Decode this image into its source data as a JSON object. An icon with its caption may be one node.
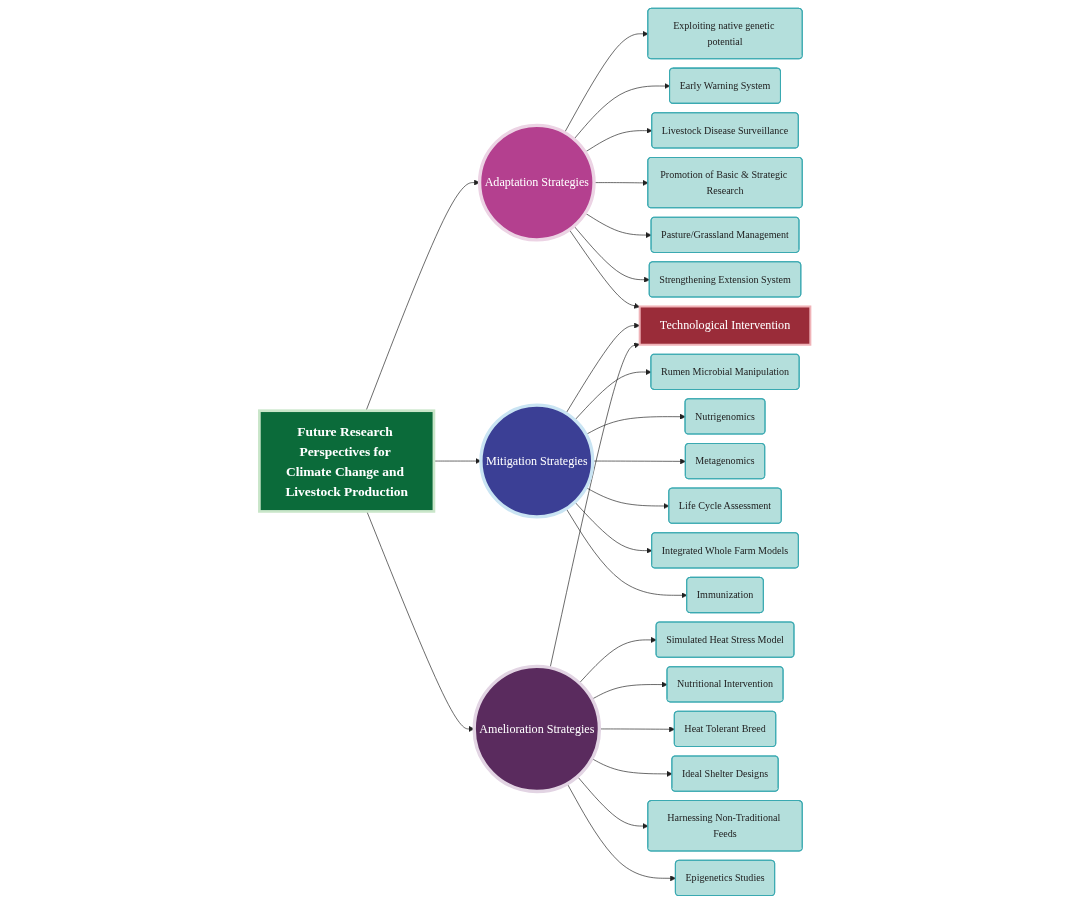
{
  "diagram": {
    "nodes": [
      {
        "text": [
          "Future Research Perspectives for Climate Change and Livestock Production"
        ]
      },
      {
        "text": [
          "Adaptation Strategies"
        ]
      },
      {
        "text": [
          "Mitigation Strategies"
        ]
      },
      {
        "text": [
          "Amelioration Strategies"
        ]
      },
      {
        "text": [
          "Exploiting native genetic potential"
        ]
      },
      {
        "text": [
          "Early Warning System"
        ]
      },
      {
        "text": [
          "Livestock Disease Surveillance"
        ]
      },
      {
        "text": [
          "Promotion of Basic & Strategic Research"
        ]
      },
      {
        "text": [
          "Pasture/Grassland Management"
        ]
      },
      {
        "text": [
          "Strengthening Extension System"
        ]
      },
      {
        "text": [
          "Rumen Microbial Manipulation"
        ]
      },
      {
        "text": [
          "Nutrigenomics"
        ]
      },
      {
        "text": [
          "Metagenomics"
        ]
      },
      {
        "text": [
          "Life Cycle Assessment"
        ]
      },
      {
        "text": [
          "Integrated Whole Farm Models"
        ]
      },
      {
        "text": [
          "Immunization"
        ]
      },
      {
        "text": [
          "Simulated Heat Stress Model"
        ]
      },
      {
        "text": [
          "Nutritional Intervention"
        ]
      },
      {
        "text": [
          "Heat Tolerant Breed"
        ]
      },
      {
        "text": [
          "Ideal Shelter Designs"
        ]
      },
      {
        "text": [
          "Harnessing Non-Traditional Feeds"
        ]
      },
      {
        "text": [
          "Epigenetics Studies"
        ]
      },
      {
        "text": [
          "Technological Intervention"
        ]
      }
    ],
    "edges": [
      {
        "from": 0,
        "to": 1,
        "arrow": "to"
      },
      {
        "from": 0,
        "to": 2,
        "arrow": "to"
      },
      {
        "from": 0,
        "to": 3,
        "arrow": "to"
      },
      {
        "from": 1,
        "to": 4,
        "arrow": "to"
      },
      {
        "from": 1,
        "to": 5,
        "arrow": "to"
      },
      {
        "from": 1,
        "to": 6,
        "arrow": "to"
      },
      {
        "from": 1,
        "to": 7,
        "arrow": "to"
      },
      {
        "from": 1,
        "to": 8,
        "arrow": "to"
      },
      {
        "from": 1,
        "to": 9,
        "arrow": "to"
      },
      {
        "from": 1,
        "to": 22,
        "arrow": "to"
      },
      {
        "from": 2,
        "to": 10,
        "arrow": "to"
      },
      {
        "from": 2,
        "to": 11,
        "arrow": "to"
      },
      {
        "from": 2,
        "to": 12,
        "arrow": "to"
      },
      {
        "from": 2,
        "to": 13,
        "arrow": "to"
      },
      {
        "from": 2,
        "to": 14,
        "arrow": "to"
      },
      {
        "from": 2,
        "to": 15,
        "arrow": "to"
      },
      {
        "from": 2,
        "to": 22,
        "arrow": "to"
      },
      {
        "from": 3,
        "to": 16,
        "arrow": "to"
      },
      {
        "from": 3,
        "to": 17,
        "arrow": "to"
      },
      {
        "from": 3,
        "to": 18,
        "arrow": "to"
      },
      {
        "from": 3,
        "to": 19,
        "arrow": "to"
      },
      {
        "from": 3,
        "to": 20,
        "arrow": "to"
      },
      {
        "from": 3,
        "to": 21,
        "arrow": "to"
      },
      {
        "from": 3,
        "to": 22,
        "arrow": "to"
      }
    ]
  }
}
